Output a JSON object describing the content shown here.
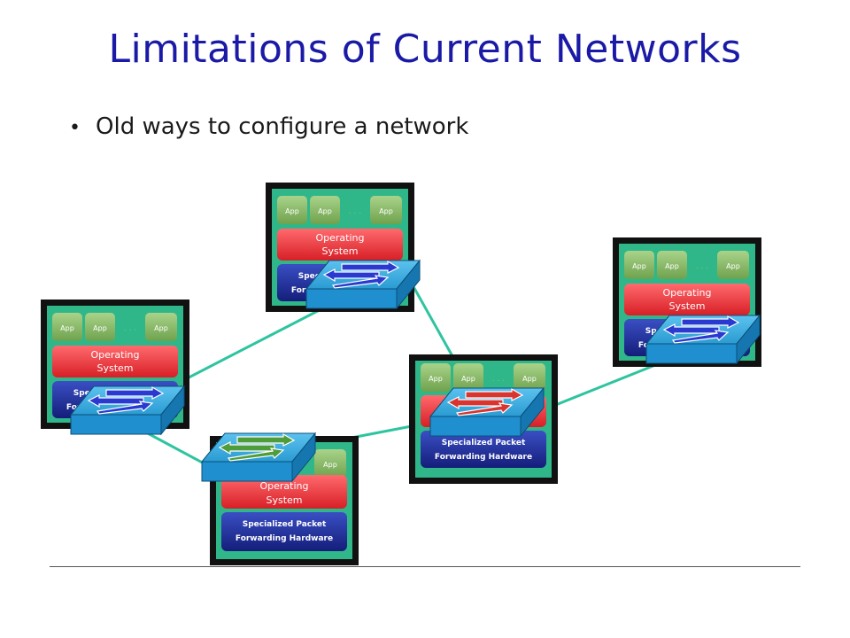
{
  "slide": {
    "title": "Limitations of Current Networks",
    "bullet": "Old ways to configure a network"
  },
  "node_labels": {
    "app": "App",
    "dots": ". . .",
    "os_line1": "Operating",
    "os_line2": "System",
    "hw_line1": "Specialized Packet",
    "hw_line2": "Forwarding Hardware"
  },
  "colors": {
    "title": "#1a1aa6",
    "link": "#2ec4a0",
    "box_outer": "#111111",
    "box_inner": "#2fb78a",
    "app": "#8fbf6a",
    "os": "#e8353a",
    "hw": "#1c2a9a",
    "switch_top": "#38a8d8",
    "switch_front": "#1f8fcf"
  },
  "nodes": [
    {
      "id": "n1",
      "switch_arrows": "blue"
    },
    {
      "id": "n2",
      "switch_arrows": "blue"
    },
    {
      "id": "n3",
      "switch_arrows": "green"
    },
    {
      "id": "n4",
      "switch_arrows": "red"
    },
    {
      "id": "n5",
      "switch_arrows": "blue"
    }
  ]
}
